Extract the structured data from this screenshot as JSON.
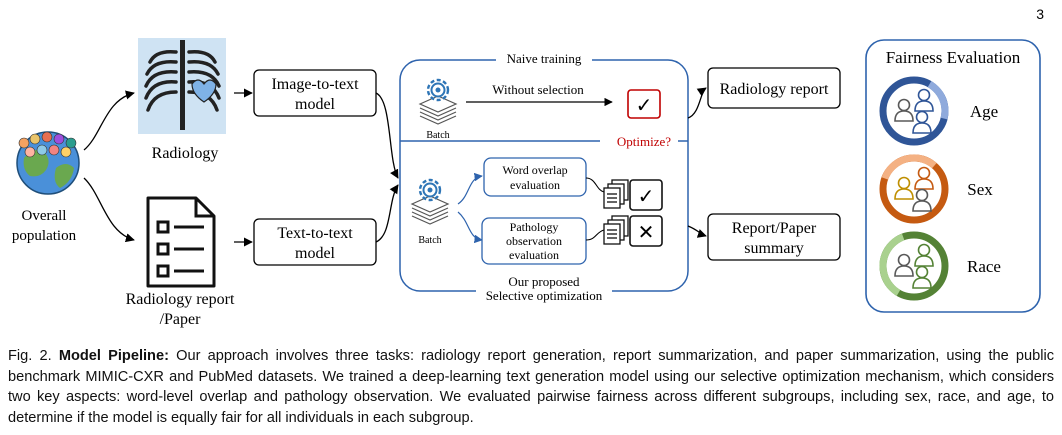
{
  "page_number": "3",
  "figure": {
    "overall_population": [
      "Overall",
      "population"
    ],
    "radiology_label": "Radiology",
    "report_paper_label": [
      "Radiology report",
      "/Paper"
    ],
    "image_to_text_model": [
      "Image-to-text",
      "model"
    ],
    "text_to_text_model": [
      "Text-to-text",
      "model"
    ],
    "naive_training": "Naive training",
    "without_selection": "Without selection",
    "batch_label": "Batch",
    "optimize_question": "Optimize?",
    "word_overlap_evaluation": [
      "Word overlap",
      "evaluation"
    ],
    "pathology_observation_evaluation": [
      "Pathology",
      "observation",
      "evaluation"
    ],
    "our_proposed": "Our proposed",
    "selective_optimization": "Selective optimization",
    "radiology_report_output": "Radiology report",
    "report_paper_summary": [
      "Report/Paper",
      "summary"
    ],
    "fairness_evaluation_title": "Fairness Evaluation",
    "fairness_groups": [
      "Age",
      "Sex",
      "Race"
    ],
    "check_mark": "✓",
    "cross_mark": "✕"
  },
  "caption": {
    "figure_number": "Fig. 2.",
    "title": "Model Pipeline:",
    "text": "Our approach involves three tasks: radiology report generation, report summarization, and paper summarization, using the public benchmark MIMIC-CXR and PubMed datasets. We trained a deep-learning text generation model using our selective optimization mechanism, which considers two key aspects: word-level overlap and pathology observation. We evaluated pairwise fairness across different subgroups, including sex, race, and age, to determine if the model is equally fair for all individuals in each subgroup."
  },
  "colors": {
    "blue_outline": "#2e63ad",
    "ring_age": "#2f5597",
    "ring_sex": "#c55a11",
    "ring_race": "#548235",
    "optimize_red": "#c00000",
    "gear_blue": "#2e75b6"
  }
}
